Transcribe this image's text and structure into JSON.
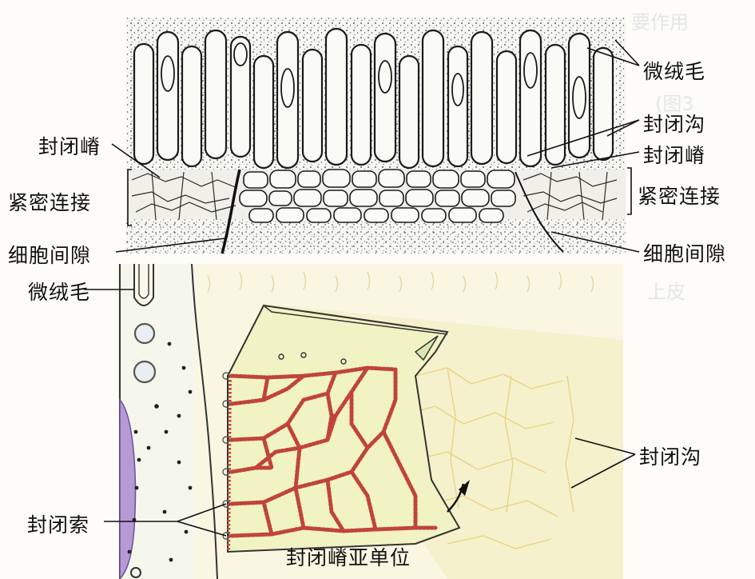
{
  "labels": {
    "microvilli_top": "微绒毛",
    "sealing_groove_top": "封闭沟",
    "sealing_ridge_right": "封闭嵴",
    "tight_junction_right": "紧密连接",
    "intercellular_space_right": "细胞间隙",
    "sealing_ridge_left": "封闭嵴",
    "tight_junction_left": "紧密连接",
    "intercellular_space_left": "细胞间隙",
    "microvilli_bottom": "微绒毛",
    "sealing_groove_bottom": "封闭沟",
    "sealing_strand": "封闭索",
    "ridge_subunit": "封闭嵴亚单位"
  },
  "colors": {
    "strand": "#c0443c",
    "membrane_fill": "#f2f3c4",
    "cell_purple": "#b69ad6",
    "ink": "#1a1a1a"
  }
}
